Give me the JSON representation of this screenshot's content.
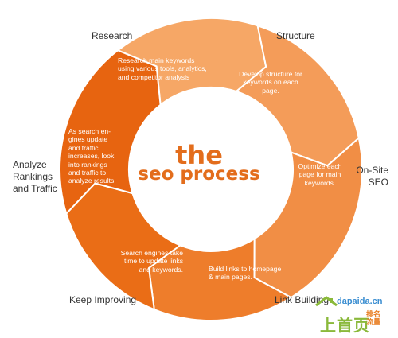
{
  "center": {
    "line1": "the",
    "line2": "seo process"
  },
  "stages": [
    {
      "label": "Research",
      "text_lines": [
        "Research main keywords",
        "using various tools, analytics,",
        "and competitor analysis"
      ]
    },
    {
      "label": "Structure",
      "text_lines": [
        "Develop structure for",
        "keywords on each",
        "page."
      ]
    },
    {
      "label_lines": [
        "On-Site",
        "SEO"
      ],
      "text_lines": [
        "Optimize each",
        "page for main",
        "keywords."
      ]
    },
    {
      "label": "Link Building",
      "text_lines": [
        "Build links to homepage",
        "& main pages."
      ]
    },
    {
      "label": "Keep Improving",
      "text_lines": [
        "Search engines take",
        "time to update links",
        "and keywords."
      ]
    },
    {
      "label_lines": [
        "Analyze",
        "Rankings",
        "and Traffic"
      ],
      "text_lines": [
        "As search en-",
        "gines update",
        "and traffic",
        "increases, look",
        "into rankings",
        "and traffic to",
        "analyze results."
      ]
    }
  ],
  "colors": {
    "research": "#f6a766",
    "structure": "#f49c59",
    "onsite": "#f18e45",
    "linkbuilding": "#ee7d2b",
    "keepimproving": "#ea6d16",
    "analyze": "#e76410",
    "center_text": "#e36d1c"
  },
  "watermark": {
    "domain": "dapaida.cn",
    "brand_cn": "上首页",
    "tag_cn_1": "排名",
    "tag_cn_2": "流量"
  }
}
